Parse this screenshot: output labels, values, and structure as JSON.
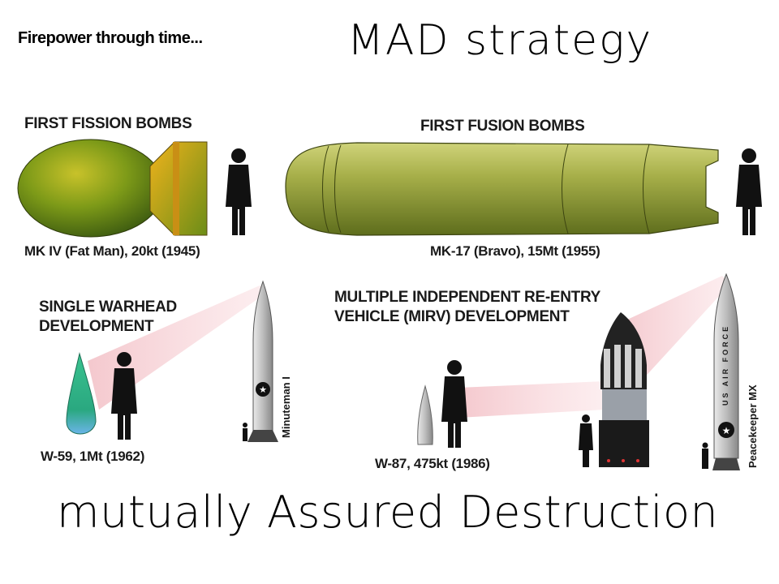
{
  "slide": {
    "title": "Firepower through time...",
    "handwriting_top": "MAD strategy",
    "handwriting_bottom": "mutually Assured Destruction"
  },
  "sections": {
    "fission": {
      "heading": "FIRST FISSION BOMBS",
      "caption": "MK IV (Fat Man), 20kt (1945)"
    },
    "fusion": {
      "heading": "FIRST FUSION BOMBS",
      "caption": "MK-17 (Bravo), 15Mt (1955)"
    },
    "single": {
      "heading_line1": "SINGLE WARHEAD",
      "heading_line2": "DEVELOPMENT",
      "caption": "W-59, 1Mt (1962)",
      "missile_label": "Minuteman I"
    },
    "mirv": {
      "heading_line1": "MULTIPLE INDEPENDENT RE-ENTRY",
      "heading_line2": "VEHICLE (MIRV) DEVELOPMENT",
      "caption": "W-87, 475kt (1986)",
      "missile_label": "Peacekeeper MX",
      "missile_marking": "US AIR FORCE"
    }
  },
  "colors": {
    "fatman_body": "#8a9a1c",
    "fatman_fin": "#d8a21a",
    "bravo_body": "#9aa63a",
    "warhead_green": "#2fb38a",
    "cone_pink": "#f6c9cf",
    "silhouette": "#111111"
  }
}
